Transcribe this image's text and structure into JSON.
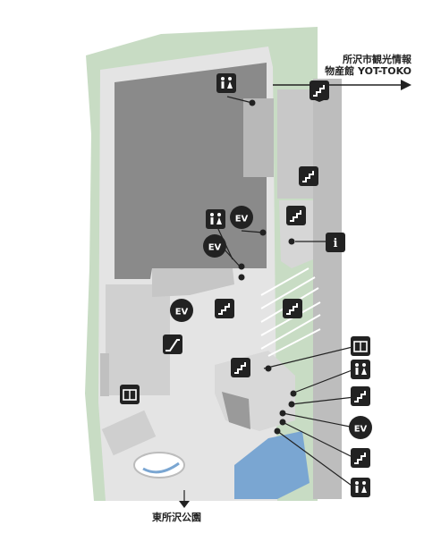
{
  "labels": {
    "tourist_info_line1": "所沢市観光情報",
    "tourist_info_line2": "物産館 YOT-TOKO",
    "park": "東所沢公園"
  },
  "icon_texts": {
    "elevator": "EV",
    "info": "i"
  },
  "colors": {
    "greenery": "#c8dcc4",
    "walkway": "#e6e6e6",
    "building_dark": "#8a8a8a",
    "building_mid": "#b8b8b8",
    "building_light": "#d2d2d2",
    "water": "#7aa6d2",
    "icon": "#222222",
    "road": "#b4b4b4"
  }
}
